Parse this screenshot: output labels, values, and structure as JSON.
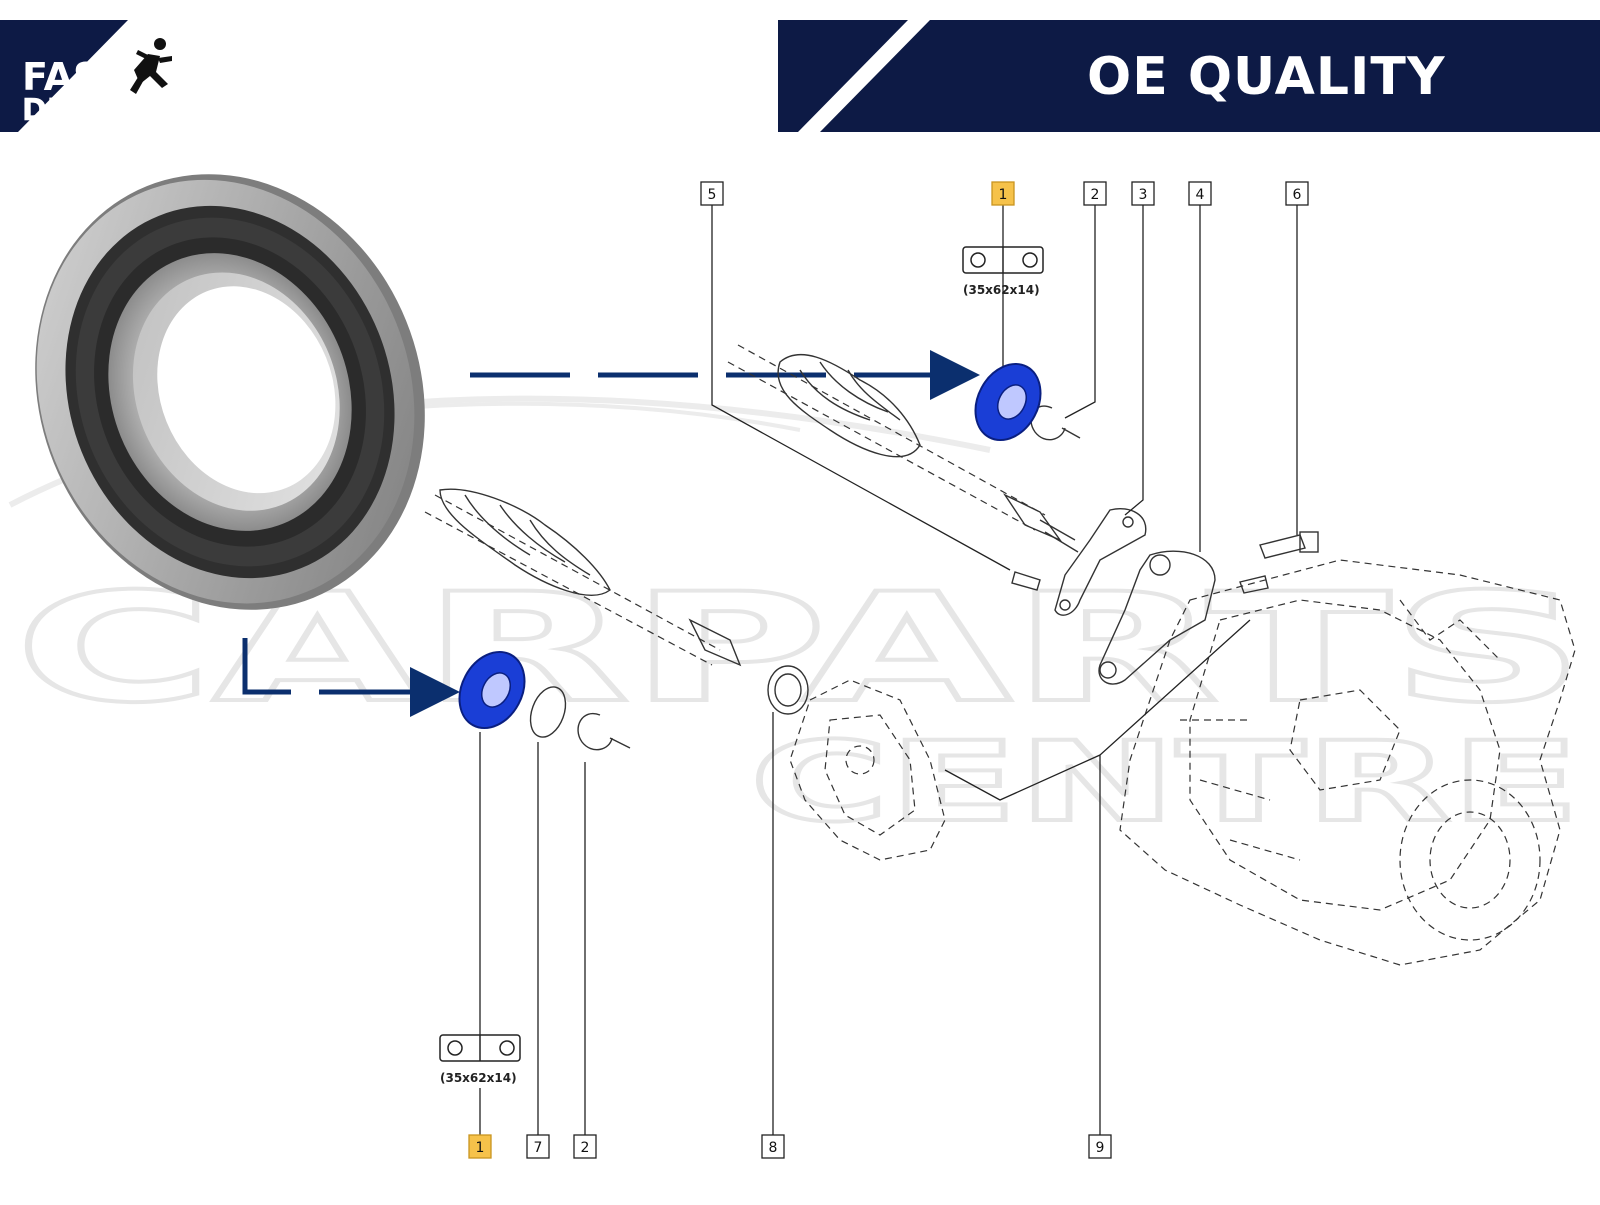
{
  "brand": {
    "logo_line1": "FAST",
    "logo_line2": "DISPATCH",
    "header_color": "#0d1a45",
    "runner_icon": "runner-icon"
  },
  "banner": {
    "title": "OE QUALITY"
  },
  "watermark": {
    "line1": "CARPARTS",
    "line2": "CENTRE"
  },
  "diagram": {
    "highlight_color": "#1a3ed6",
    "arrow_color": "#0b2f6e",
    "callouts_top": [
      {
        "num": "5",
        "highlighted": false
      },
      {
        "num": "1",
        "highlighted": true
      },
      {
        "num": "2",
        "highlighted": false
      },
      {
        "num": "3",
        "highlighted": false
      },
      {
        "num": "4",
        "highlighted": false
      },
      {
        "num": "6",
        "highlighted": false
      }
    ],
    "callouts_bottom": [
      {
        "num": "1",
        "highlighted": true
      },
      {
        "num": "7",
        "highlighted": false
      },
      {
        "num": "2",
        "highlighted": false
      },
      {
        "num": "8",
        "highlighted": false
      },
      {
        "num": "9",
        "highlighted": false
      }
    ],
    "bearing_spec_top": "(35x62x14)",
    "bearing_spec_bottom": "(35x62x14)"
  }
}
